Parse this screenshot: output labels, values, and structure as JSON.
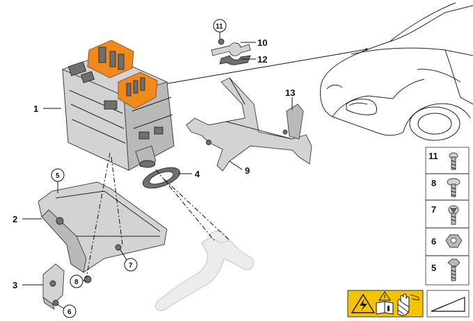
{
  "callouts": {
    "c1": "1",
    "c2": "2",
    "c3": "3",
    "c4": "4",
    "c5": "5",
    "c6": "6",
    "c7": "7",
    "c8": "8",
    "c9": "9",
    "c10": "10",
    "c11": "11",
    "c12": "12",
    "c13": "13"
  },
  "legend": {
    "items": [
      "11",
      "8",
      "7",
      "6",
      "5"
    ]
  },
  "colors": {
    "accent_orange": "#f08a1c",
    "warning_yellow": "#f5c400"
  },
  "icons": [
    "warning-triangle-icon",
    "electric-hazard-icon",
    "manual-info-icon",
    "glove-hand-icon",
    "ramp-symbol-icon"
  ]
}
